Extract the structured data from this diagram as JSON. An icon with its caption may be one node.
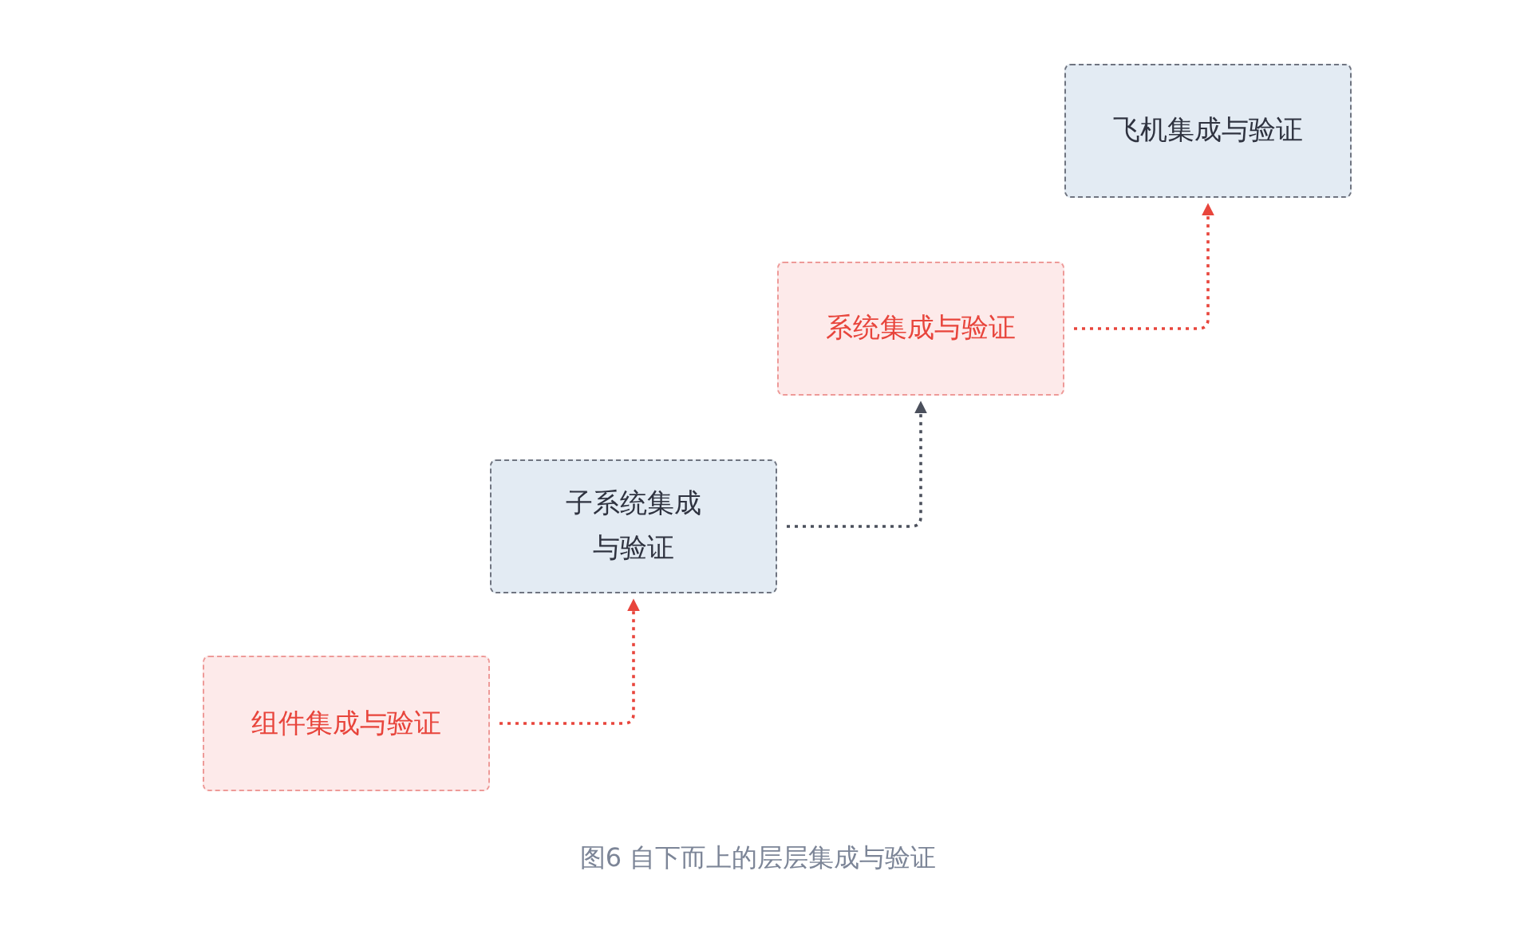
{
  "diagram": {
    "caption": "图6 自下而上的层层集成与验证",
    "nodes": [
      {
        "text": [
          "组件集成与验证"
        ]
      },
      {
        "text": [
          "子系统集成与验证"
        ]
      },
      {
        "text": [
          "系统集成与验证"
        ]
      },
      {
        "text": [
          "飞机集成与验证"
        ]
      }
    ],
    "edges": [
      {
        "from": 0,
        "to": 1,
        "arrow": "to"
      },
      {
        "from": 1,
        "to": 2,
        "arrow": "to",
        "color": "#4b505c"
      },
      {
        "from": 2,
        "to": 3,
        "arrow": "to"
      }
    ]
  }
}
